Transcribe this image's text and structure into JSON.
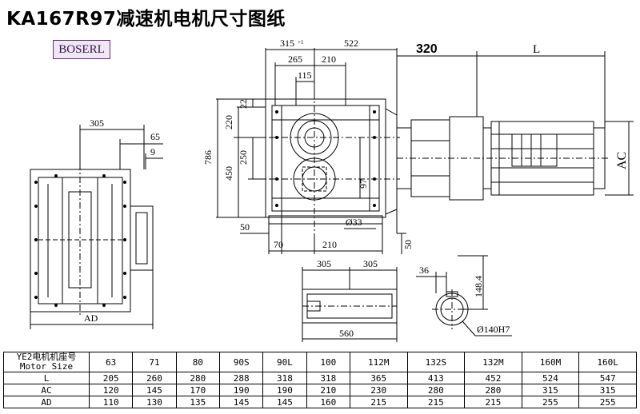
{
  "title": "KA167R97减速机电机尺寸图纸",
  "brand": "BOSERL",
  "dimensions": {
    "d315": "315",
    "d315_tol": "+1",
    "d522": "522",
    "d320": "320",
    "dL": "L",
    "d265": "265",
    "d210_top": "210",
    "d115": "115",
    "d22": "22",
    "d220": "220",
    "d786": "786",
    "d250": "250",
    "d450": "450",
    "d97": "97",
    "d305_left": "305",
    "d65": "65",
    "d9": "9",
    "d50_left": "50",
    "d70": "70",
    "d210_bottom": "210",
    "d33": "Ø33",
    "d50_right": "50",
    "dAD": "AD",
    "dAC": "AC",
    "d305_a": "305",
    "d305_b": "305",
    "d560": "560",
    "d36": "36",
    "d148": "148.4",
    "d140": "Ø140H7"
  },
  "table": {
    "header_line1": "YE2电机机座号",
    "header_line2": "Motor Size",
    "columns": [
      "63",
      "71",
      "80",
      "90S",
      "90L",
      "100",
      "112M",
      "132S",
      "132M",
      "160M",
      "160L"
    ],
    "rows": [
      {
        "label": "L",
        "values": [
          "205",
          "260",
          "280",
          "288",
          "318",
          "318",
          "365",
          "413",
          "452",
          "524",
          "547"
        ]
      },
      {
        "label": "AC",
        "values": [
          "120",
          "145",
          "170",
          "190",
          "190",
          "210",
          "230",
          "280",
          "280",
          "315",
          "315"
        ]
      },
      {
        "label": "AD",
        "values": [
          "110",
          "130",
          "135",
          "145",
          "145",
          "160",
          "215",
          "215",
          "215",
          "255",
          "255"
        ]
      }
    ]
  }
}
